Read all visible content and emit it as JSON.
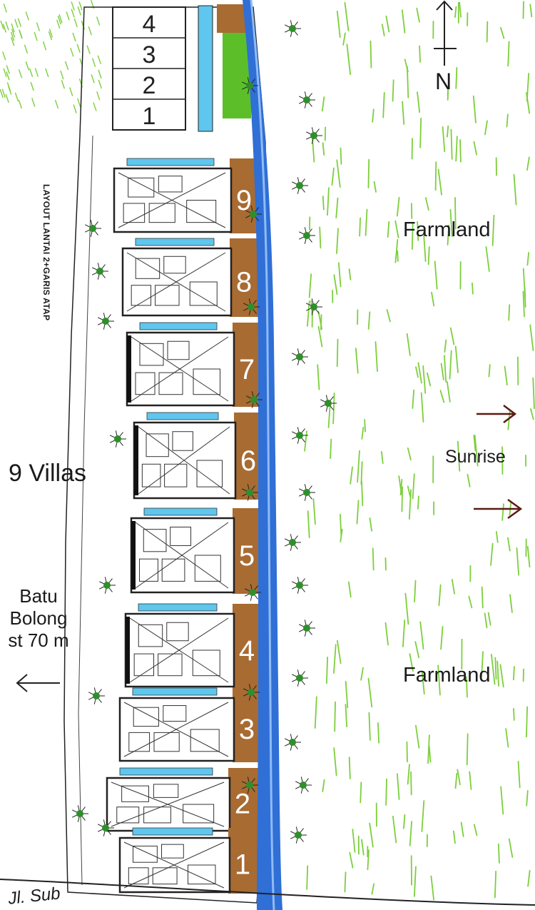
{
  "labels": {
    "farmland_north": "Farmland",
    "farmland_south": "Farmland",
    "sunrise": "Sunrise",
    "villas": "9 Villas",
    "batu_line1": "Batu",
    "batu_line2": "Bolong",
    "batu_line3": "st  70 m",
    "north": "N",
    "layout": "LAYOUT LANTAI 2+GARIS ATAP",
    "street": "Jl. Sub"
  },
  "parking_numbers": [
    "4",
    "3",
    "2",
    "1"
  ],
  "villas": [
    {
      "number": "9"
    },
    {
      "number": "8"
    },
    {
      "number": "7"
    },
    {
      "number": "6"
    },
    {
      "number": "5"
    },
    {
      "number": "4"
    },
    {
      "number": "3"
    },
    {
      "number": "2"
    },
    {
      "number": "1"
    }
  ],
  "colors": {
    "river": "#2f6fd6",
    "river_light": "#6fa6f0",
    "pool": "#5fc6ee",
    "deck": "#a86b32",
    "grass": "#7ccf3c",
    "palm": "#2f8f2a",
    "linework": "#222222"
  }
}
